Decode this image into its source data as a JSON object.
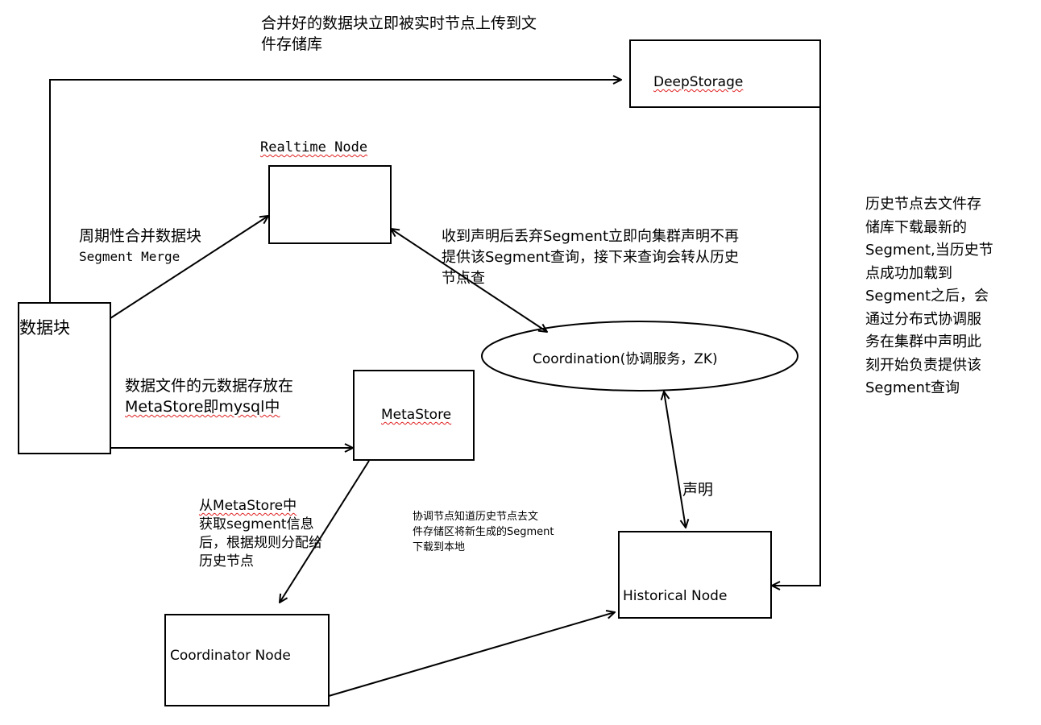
{
  "nodes": {
    "deep_storage": "DeepStorage",
    "realtime": "Realtime Node",
    "data_block": "数据块",
    "metastore": "MetaStore",
    "coordination": "Coordination(协调服务，ZK)",
    "historical": "Historical Node",
    "coordinator": "Coordinator Node"
  },
  "notes": {
    "upload": [
      "合并好的数据块立即被实时节点上传到文",
      "件存储库"
    ],
    "merge": [
      "周期性合并数据块",
      "Segment Merge"
    ],
    "discard": [
      "收到声明后丢弃Segment立即向集群声明不再",
      "提供该Segment查询，接下来查询会转从历史",
      "节点查"
    ],
    "metadata": [
      "数据文件的元数据存放在",
      "MetaStore即mysql中"
    ],
    "fetch": [
      "从MetaStore中",
      "获取segment信息",
      "后，根据规则分配给",
      "历史节点"
    ],
    "coord_know": [
      "协调节点知道历史节点去文",
      "件存储区将新生成的Segment",
      "下载到本地"
    ],
    "announce": "声明",
    "historical_side": [
      "历史节点去文件存",
      "储库下载最新的",
      "Segment,当历史节",
      "点成功加载到",
      "Segment之后，会",
      "通过分布式协调服",
      "务在集群中声明此",
      "刻开始负责提供该",
      "Segment查询"
    ]
  }
}
